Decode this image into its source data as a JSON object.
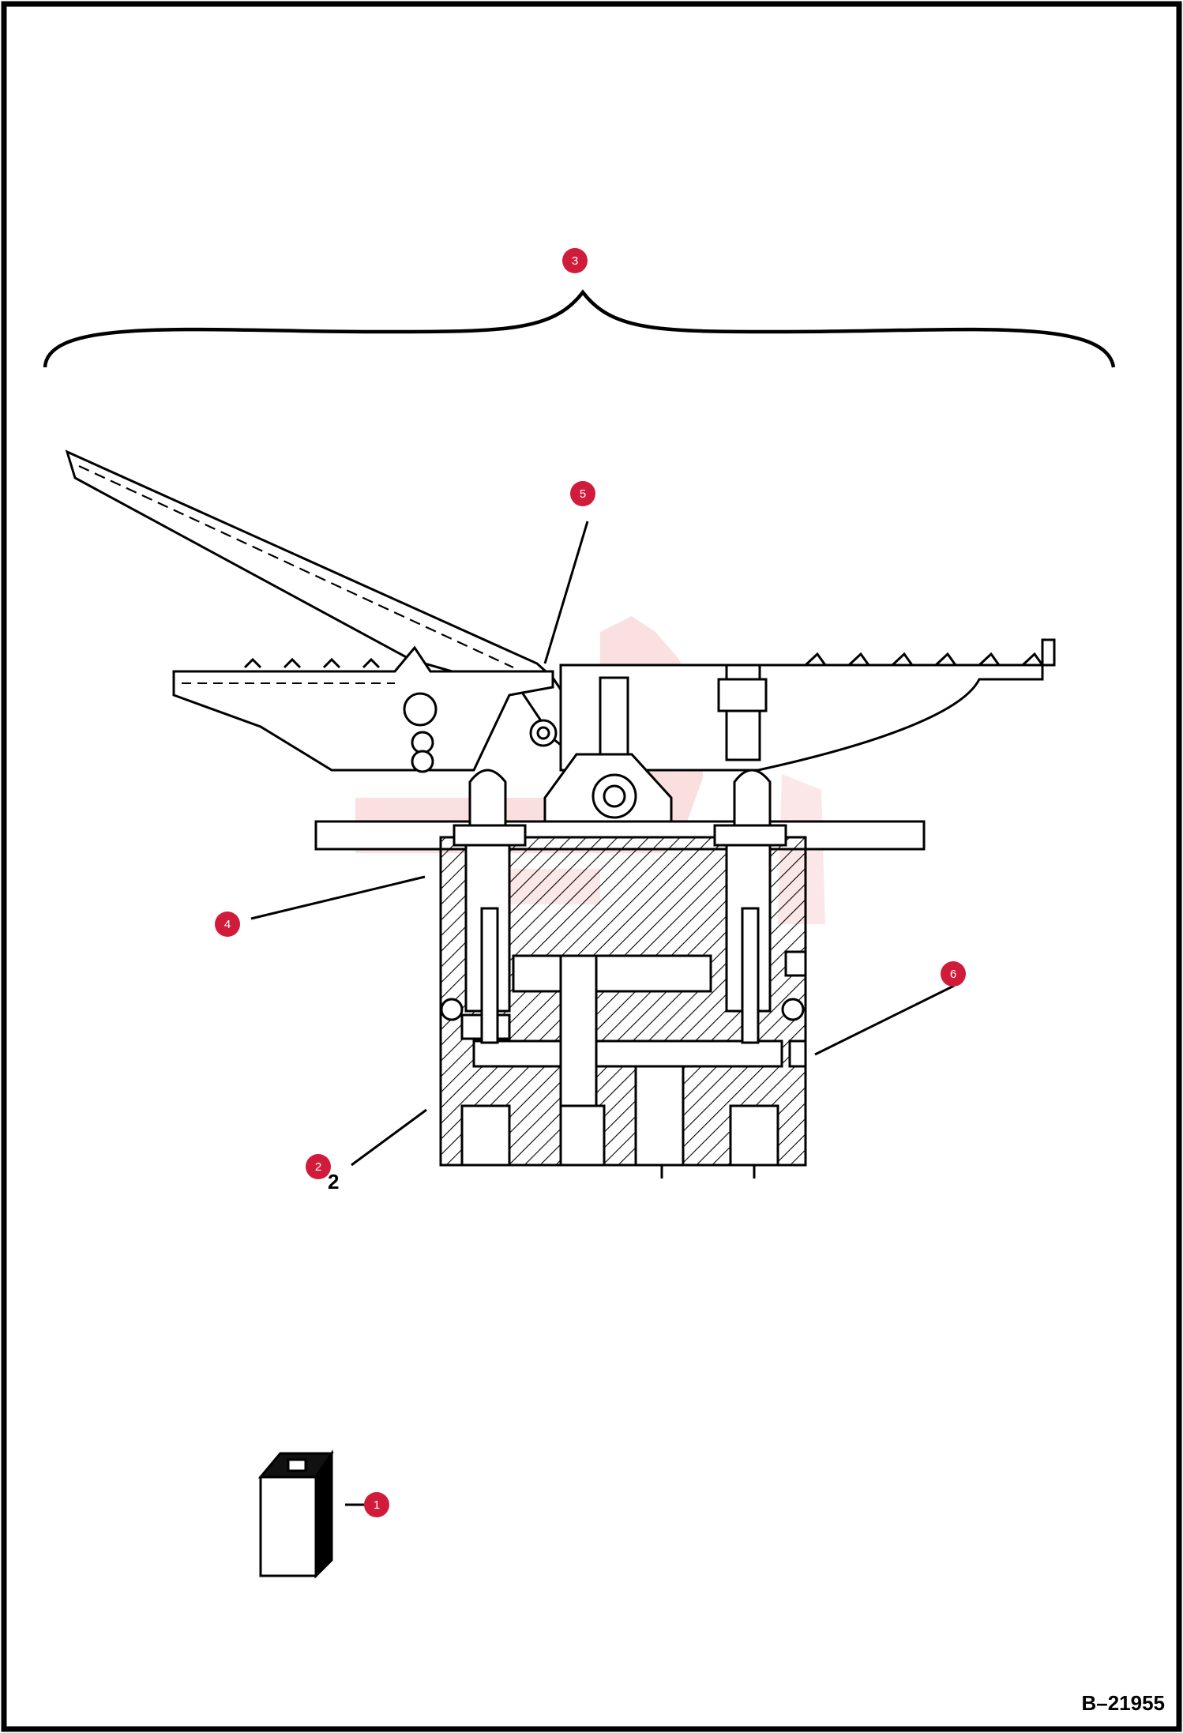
{
  "figure_id": "B–21955",
  "part_ref_text": "2",
  "callouts": [
    {
      "label": "1"
    },
    {
      "label": "2"
    },
    {
      "label": "3"
    },
    {
      "label": "4"
    },
    {
      "label": "5"
    },
    {
      "label": "6"
    }
  ],
  "colors": {
    "callout": "#d01c3a",
    "line": "#000000",
    "watermark": "#f3b3b3"
  }
}
